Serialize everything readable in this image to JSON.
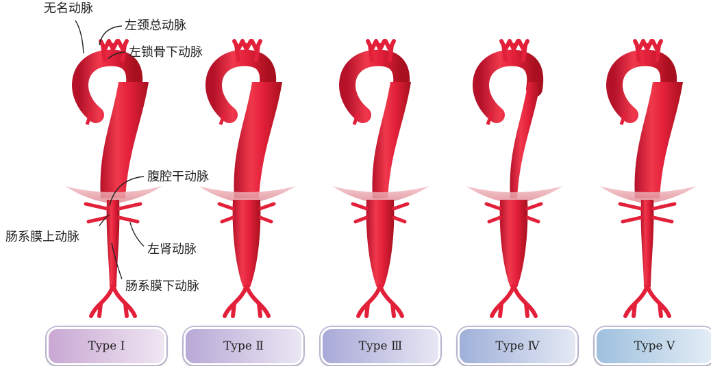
{
  "labels": {
    "innominate": "无名动脉",
    "left_common_carotid": "左颈总动脉",
    "left_subclavian": "左锁骨下动脉",
    "celiac": "腹腔干动脉",
    "superior_mesenteric": "肠系膜上动脉",
    "left_renal": "左肾动脉",
    "inferior_mesenteric": "肠系膜下动脉"
  },
  "types": [
    {
      "label": "Type Ⅰ",
      "color": "#c9a8d3"
    },
    {
      "label": "Type Ⅱ",
      "color": "#b8a9d6"
    },
    {
      "label": "Type Ⅲ",
      "color": "#a9a9d8"
    },
    {
      "label": "Type Ⅳ",
      "color": "#9fb0d9"
    },
    {
      "label": "Type Ⅴ",
      "color": "#9ec0de"
    }
  ],
  "colors": {
    "artery": "#e3203a",
    "artery_dark": "#b5122a",
    "artery_light": "#f56a7a",
    "diaphragm": "#e9a3ab"
  }
}
